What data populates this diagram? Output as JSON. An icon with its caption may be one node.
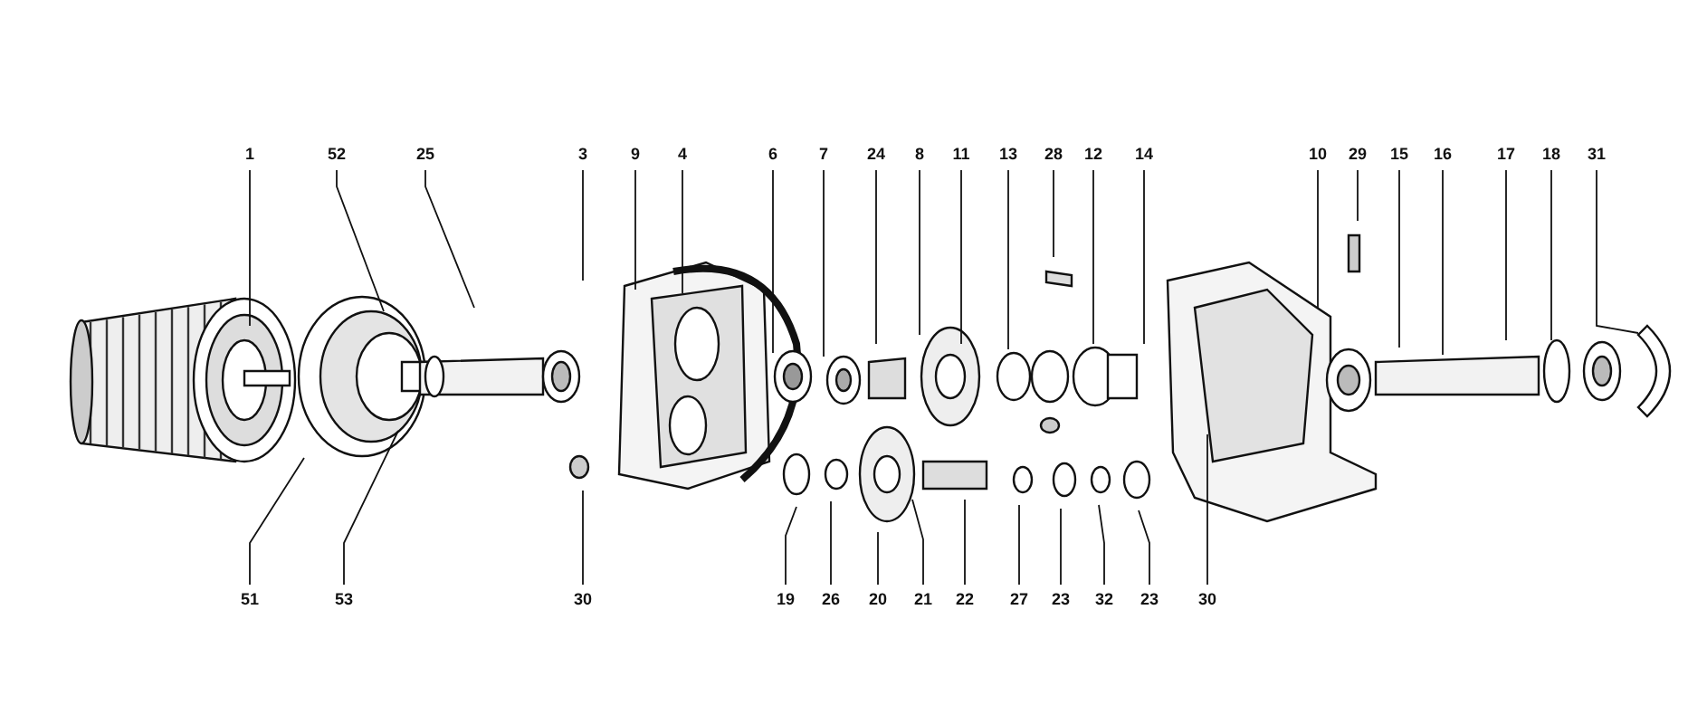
{
  "diagram": {
    "nodes": [
      {
        "text": [
          "1"
        ]
      },
      {
        "text": [
          "52"
        ]
      },
      {
        "text": [
          "25"
        ]
      },
      {
        "text": [
          "3"
        ]
      },
      {
        "text": [
          "9"
        ]
      },
      {
        "text": [
          "4"
        ]
      },
      {
        "text": [
          "6"
        ]
      },
      {
        "text": [
          "7"
        ]
      },
      {
        "text": [
          "24"
        ]
      },
      {
        "text": [
          "8"
        ]
      },
      {
        "text": [
          "11"
        ]
      },
      {
        "text": [
          "13"
        ]
      },
      {
        "text": [
          "28"
        ]
      },
      {
        "text": [
          "12"
        ]
      },
      {
        "text": [
          "14"
        ]
      },
      {
        "text": [
          "10"
        ]
      },
      {
        "text": [
          "29"
        ]
      },
      {
        "text": [
          "15"
        ]
      },
      {
        "text": [
          "16"
        ]
      },
      {
        "text": [
          "17"
        ]
      },
      {
        "text": [
          "18"
        ]
      },
      {
        "text": [
          "31"
        ]
      },
      {
        "text": [
          "51"
        ]
      },
      {
        "text": [
          "53"
        ]
      },
      {
        "text": [
          "30"
        ]
      },
      {
        "text": [
          "19"
        ]
      },
      {
        "text": [
          "26"
        ]
      },
      {
        "text": [
          "20"
        ]
      },
      {
        "text": [
          "21"
        ]
      },
      {
        "text": [
          "22"
        ]
      },
      {
        "text": [
          "27"
        ]
      },
      {
        "text": [
          "23"
        ]
      },
      {
        "text": [
          "32"
        ]
      },
      {
        "text": [
          "23"
        ]
      },
      {
        "text": [
          "30"
        ]
      }
    ],
    "edges": [
      {
        "from": 0,
        "to": null,
        "arrow": "none"
      },
      {
        "from": 1,
        "to": null,
        "arrow": "none"
      },
      {
        "from": 2,
        "to": null,
        "arrow": "none"
      },
      {
        "from": 3,
        "to": null,
        "arrow": "none"
      },
      {
        "from": 4,
        "to": null,
        "arrow": "none"
      },
      {
        "from": 5,
        "to": null,
        "arrow": "none"
      },
      {
        "from": 6,
        "to": null,
        "arrow": "none"
      },
      {
        "from": 7,
        "to": null,
        "arrow": "none"
      },
      {
        "from": 8,
        "to": null,
        "arrow": "none"
      },
      {
        "from": 9,
        "to": null,
        "arrow": "none"
      },
      {
        "from": 10,
        "to": null,
        "arrow": "none"
      },
      {
        "from": 11,
        "to": null,
        "arrow": "none"
      },
      {
        "from": 12,
        "to": null,
        "arrow": "none"
      },
      {
        "from": 13,
        "to": null,
        "arrow": "none"
      },
      {
        "from": 14,
        "to": null,
        "arrow": "none"
      },
      {
        "from": 15,
        "to": null,
        "arrow": "none"
      },
      {
        "from": 16,
        "to": null,
        "arrow": "none"
      },
      {
        "from": 17,
        "to": null,
        "arrow": "none"
      },
      {
        "from": 18,
        "to": null,
        "arrow": "none"
      },
      {
        "from": 19,
        "to": null,
        "arrow": "none"
      },
      {
        "from": 20,
        "to": null,
        "arrow": "none"
      },
      {
        "from": 21,
        "to": null,
        "arrow": "none"
      },
      {
        "from": 22,
        "to": null,
        "arrow": "none"
      },
      {
        "from": 23,
        "to": null,
        "arrow": "none"
      },
      {
        "from": 24,
        "to": null,
        "arrow": "none"
      },
      {
        "from": 25,
        "to": null,
        "arrow": "none"
      },
      {
        "from": 26,
        "to": null,
        "arrow": "none"
      },
      {
        "from": 27,
        "to": null,
        "arrow": "none"
      },
      {
        "from": 28,
        "to": null,
        "arrow": "none"
      },
      {
        "from": 29,
        "to": null,
        "arrow": "none"
      },
      {
        "from": 30,
        "to": null,
        "arrow": "none"
      },
      {
        "from": 31,
        "to": null,
        "arrow": "none"
      },
      {
        "from": 32,
        "to": null,
        "arrow": "none"
      },
      {
        "from": 33,
        "to": null,
        "arrow": "none"
      },
      {
        "from": 34,
        "to": null,
        "arrow": "none"
      }
    ]
  }
}
